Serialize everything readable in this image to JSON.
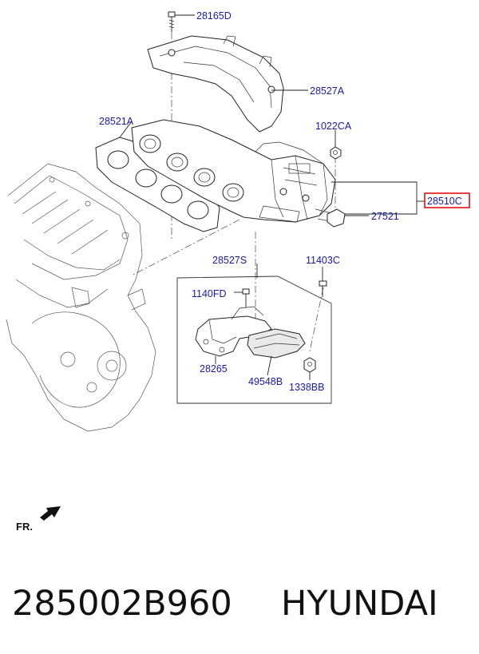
{
  "parts": {
    "p28165D": "28165D",
    "p28527A": "28527A",
    "p28521A": "28521A",
    "p1022CA": "1022CA",
    "p28510C": "28510C",
    "p27521": "27521",
    "p28527S": "28527S",
    "p11403C": "11403C",
    "p1140FD": "1140FD",
    "p28265": "28265",
    "p49548B": "49548B",
    "p1338BB": "1338BB"
  },
  "direction_label": "FR.",
  "highlight_color": "#e00000",
  "label_color": "#1a1a9a",
  "footer": {
    "part_number": "285002B960",
    "brand": "HYUNDAI"
  }
}
